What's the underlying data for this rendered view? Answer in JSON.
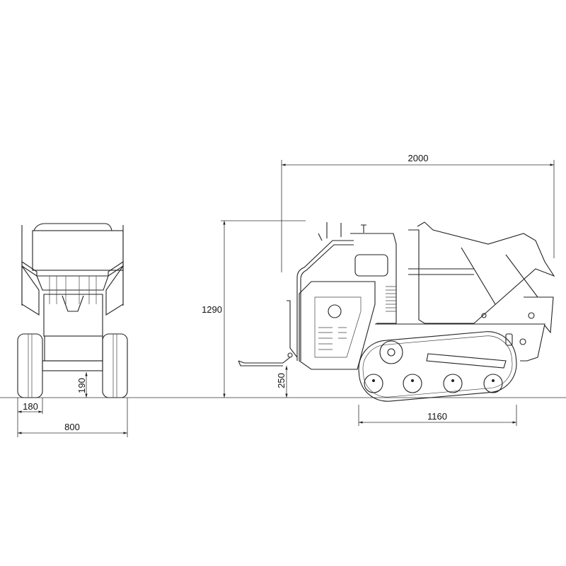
{
  "drawing": {
    "front_view": {
      "dimensions": {
        "track_width": "180",
        "overall_width": "800",
        "ground_clearance": "190"
      }
    },
    "side_view": {
      "dimensions": {
        "overall_length": "2000",
        "overall_height": "1290",
        "platform_height": "250",
        "track_length": "1160"
      }
    }
  },
  "colors": {
    "line": "#222222",
    "background": "#ffffff"
  }
}
